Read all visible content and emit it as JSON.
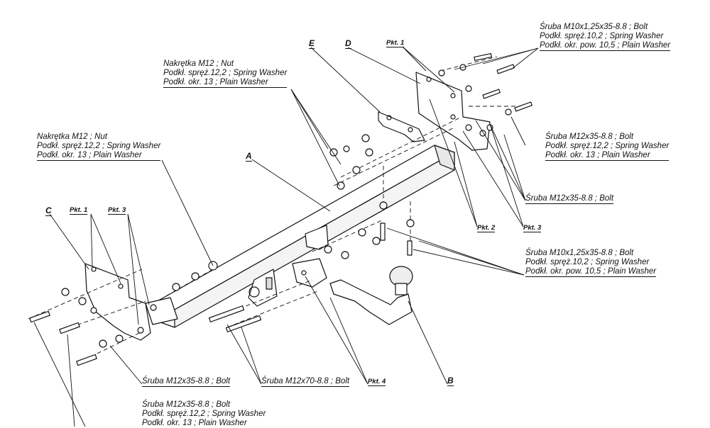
{
  "parts": {
    "A": "A",
    "B": "B",
    "C": "C",
    "D": "D",
    "E": "E"
  },
  "points": {
    "pkt1": "Pkt. 1",
    "pkt2": "Pkt. 2",
    "pkt3": "Pkt. 3",
    "pkt4": "Pkt. 4"
  },
  "callouts": {
    "top_right_bolt": [
      "Śruba M10x1,25x35-8.8 ;  Bolt",
      "Podkł. spręż.10,2 ; Spring Washer",
      "Podkł. okr. pow. 10,5 ; Plain Washer"
    ],
    "top_nut": [
      "Nakrętka  M12 ; Nut",
      "Podkł. spręż.12,2 ; Spring Washer",
      "Podkł. okr. 13 ; Plain Washer"
    ],
    "left_nut": [
      "Nakrętka  M12 ; Nut",
      "Podkł. spręż.12,2 ; Spring Washer",
      "Podkł. okr. 13 ; Plain Washer"
    ],
    "right_bolt_m12": [
      "Śruba M12x35-8.8 ;  Bolt",
      "Podkł. spręż.12,2 ; Spring Washer",
      "Podkł. okr. 13 ; Plain Washer"
    ],
    "right_bolt_single": "Śruba M12x35-8.8 ;  Bolt",
    "mid_right_bolt": [
      "Śruba M10x1,25x35-8.8 ;  Bolt",
      "Podkł. spręż.10,2 ; Spring Washer",
      "Podkł. okr. pow. 10,5 ; Plain Washer"
    ],
    "bottom_bolt_single": "Śruba M12x35-8.8 ;  Bolt",
    "bottom_bolt_m70": "Śruba M12x70-8.8 ;  Bolt",
    "bottom_bolt_group": [
      "Śruba M12x35-8.8 ;  Bolt",
      "Podkł. spręż.12,2 ; Spring Washer",
      "Podkł. okr. 13 ; Plain Washer"
    ]
  }
}
